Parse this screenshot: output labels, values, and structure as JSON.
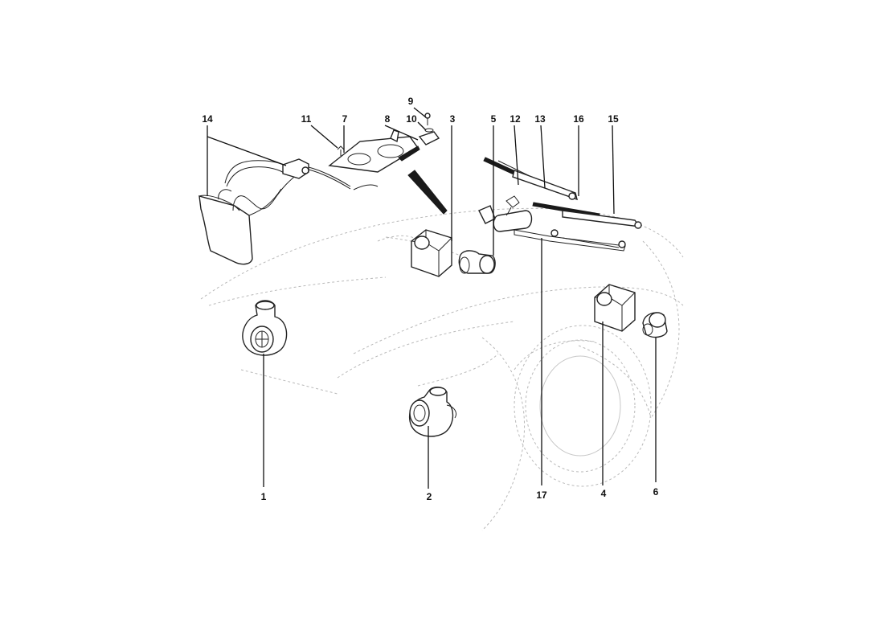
{
  "callouts": {
    "c1": "1",
    "c2": "2",
    "c3": "3",
    "c4": "4",
    "c5": "5",
    "c6": "6",
    "c7": "7",
    "c8": "8",
    "c9": "9",
    "c10": "10",
    "c11": "11",
    "c12": "12",
    "c13": "13",
    "c14": "14",
    "c15": "15",
    "c16": "16",
    "c17": "17"
  },
  "colors": {
    "line": "#111111",
    "ghost": "#b9b9b9",
    "background": "#ffffff"
  }
}
